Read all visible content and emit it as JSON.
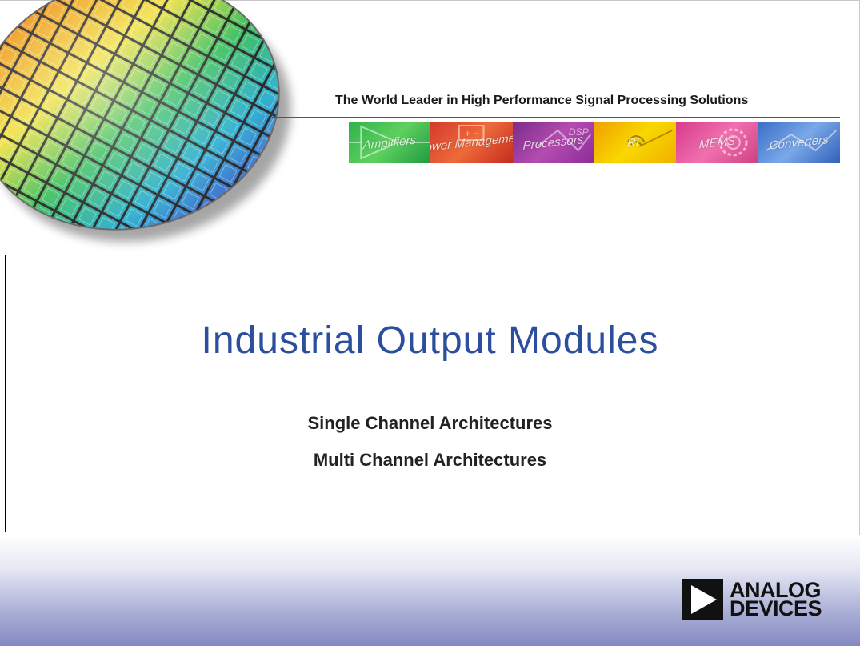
{
  "header": {
    "tagline": "The World Leader in High Performance Signal Processing Solutions",
    "banner": [
      {
        "label": "Amplifiers",
        "color": "#2fb24a"
      },
      {
        "label": "Power Management",
        "color": "#d43a2c"
      },
      {
        "label": "Processors",
        "color": "#7a2d8a"
      },
      {
        "label": "RF",
        "color": "#f0b000"
      },
      {
        "label": "MEMS",
        "color": "#d83a8a"
      },
      {
        "label": "Converters",
        "color": "#3a6fc8"
      }
    ]
  },
  "slide": {
    "title": "Industrial Output Modules",
    "subtitles": [
      "Single Channel Architectures",
      "Multi Channel Architectures"
    ]
  },
  "logo": {
    "line1": "ANALOG",
    "line2": "DEVICES",
    "icon": "play-triangle-icon"
  },
  "colors": {
    "title": "#2b4f9c",
    "band_bottom": "#8489c1"
  }
}
